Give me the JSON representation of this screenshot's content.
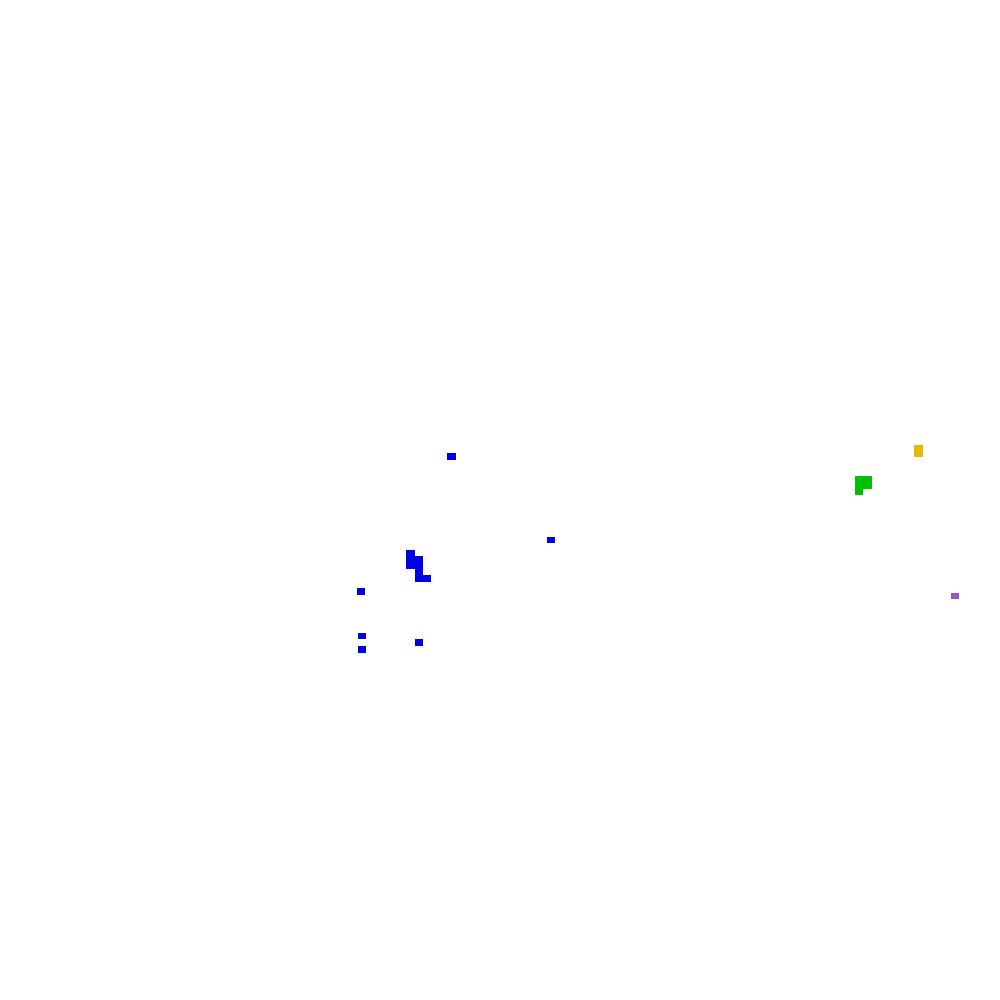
{
  "colors": {
    "background": "#ffffff",
    "blue": "#0000e6",
    "green": "#00c000",
    "yellow": "#e6b800",
    "purple": "#9955cc"
  },
  "clusters": [
    {
      "name": "blue-cluster",
      "color_key": "blue"
    },
    {
      "name": "green-cluster",
      "color_key": "green"
    },
    {
      "name": "yellow-cluster",
      "color_key": "yellow"
    },
    {
      "name": "purple-cluster",
      "color_key": "purple"
    }
  ]
}
